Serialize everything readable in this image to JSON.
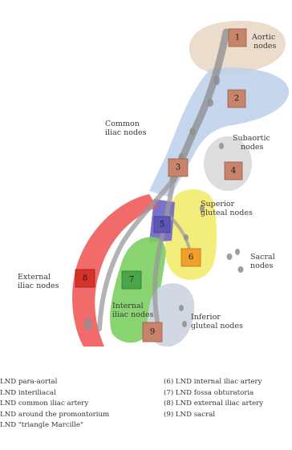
{
  "labels": {
    "aortic": [
      "Aortic",
      "nodes"
    ],
    "common_iliac": [
      "Common",
      "iliac nodes"
    ],
    "subaortic": [
      "Subaortic",
      "nodes"
    ],
    "superior_gluteal": [
      "Superior",
      "gluteal nodes"
    ],
    "sacral": [
      "Sacral",
      "nodes"
    ],
    "external_iliac": [
      "External",
      "iliac nodes"
    ],
    "internal_iliac": [
      "Internal",
      "iliac nodes"
    ],
    "inferior_gluteal": [
      "Inferior",
      "gluteal nodes"
    ]
  },
  "markers": [
    "1",
    "2",
    "3",
    "4",
    "5",
    "6",
    "7",
    "8",
    "9"
  ],
  "legend": {
    "left": [
      "LND para-aortal",
      "LND interiliacal",
      "LND common iliac artery",
      "LND around the promontorium",
      "LND \"triangle Marcille\""
    ],
    "right": [
      "(6) LND internal iliac artery",
      "(7) LND fossa obturatoria",
      "(8) LND external iliac artery",
      "(9) LND sacral"
    ]
  },
  "colors": {
    "aortic_zone": "#e8d6c2",
    "common_iliac_zone": "#bcd0ea",
    "subaortic_zone": "#d9d9d9",
    "superior_gluteal_zone": "#f2ec6e",
    "external_iliac_zone": "#ef5b5b",
    "internal_iliac_zone": "#7ccf62",
    "inferior_gluteal_zone": "#cfd6e2",
    "purple_zone": "#6e63c4",
    "marker_fill": "#c8836b",
    "marker_red": "#d7322a",
    "marker_orange": "#f0a02a",
    "marker_green": "#4aa54a",
    "marker_purple": "#5e56b7"
  }
}
